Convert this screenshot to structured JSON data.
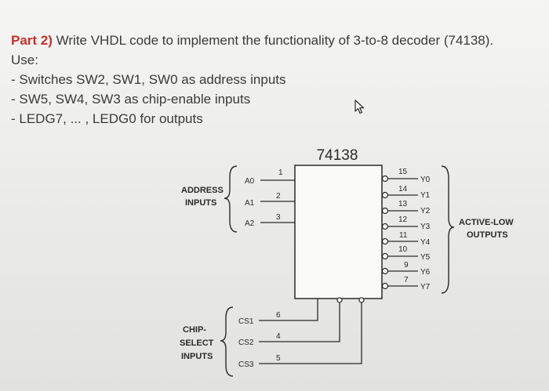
{
  "header": {
    "part_label": "Part 2)",
    "part_text": " Write VHDL code to implement the functionality of 3-to-8 decoder (74138).",
    "use_label": "Use:",
    "items": [
      "- Switches SW2, SW1, SW0 as address inputs",
      "- SW5, SW4, SW3 as chip-enable inputs",
      "- LEDG7, ... , LEDG0 for outputs"
    ]
  },
  "diagram": {
    "chip_name": "74138",
    "address_label_1": "ADDRESS",
    "address_label_2": "INPUTS",
    "chip_select_label_1": "CHIP-",
    "chip_select_label_2": "SELECT",
    "chip_select_label_3": "INPUTS",
    "outputs_label_1": "ACTIVE-LOW",
    "outputs_label_2": "OUTPUTS",
    "address_pins": [
      {
        "name": "A0",
        "pin": "1"
      },
      {
        "name": "A1",
        "pin": "2"
      },
      {
        "name": "A2",
        "pin": "3"
      }
    ],
    "select_pins": [
      {
        "name": "CS1",
        "pin": "6"
      },
      {
        "name": "CS2",
        "pin": "4"
      },
      {
        "name": "CS3",
        "pin": "5"
      }
    ],
    "output_pins": [
      {
        "name": "Y0",
        "pin": "15"
      },
      {
        "name": "Y1",
        "pin": "14"
      },
      {
        "name": "Y2",
        "pin": "13"
      },
      {
        "name": "Y3",
        "pin": "12"
      },
      {
        "name": "Y4",
        "pin": "11"
      },
      {
        "name": "Y5",
        "pin": "10"
      },
      {
        "name": "Y6",
        "pin": "9"
      },
      {
        "name": "Y7",
        "pin": "7"
      }
    ]
  },
  "icons": {
    "cursor": "mouse-pointer-icon"
  }
}
